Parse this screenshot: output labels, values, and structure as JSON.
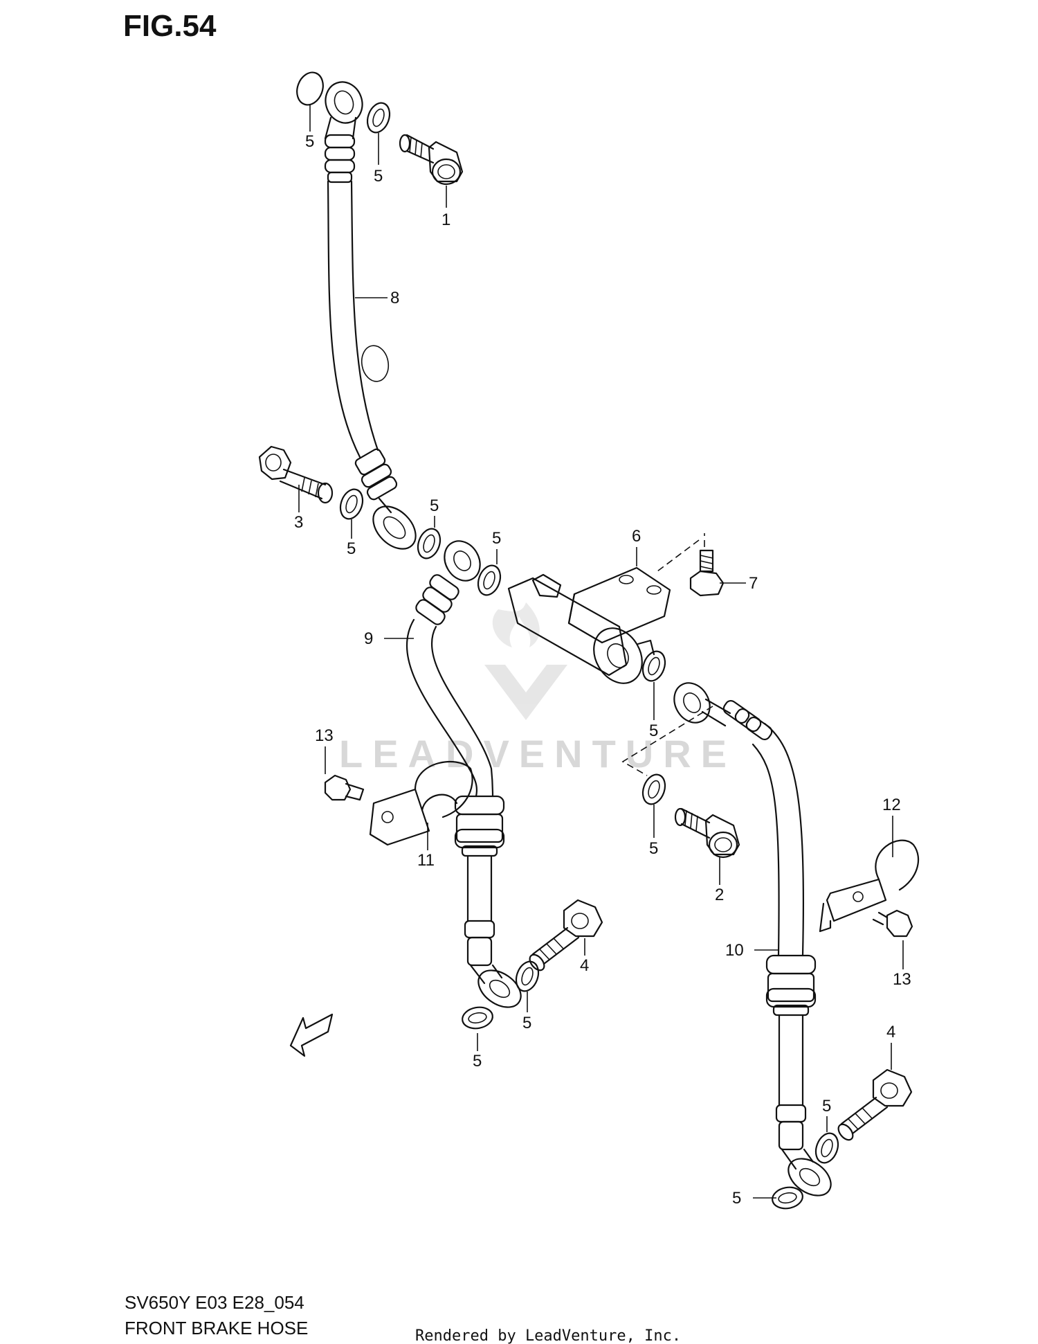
{
  "figure": {
    "title": "FIG.54",
    "model_code": "SV650Y E03 E28_054",
    "caption": "FRONT BRAKE  HOSE",
    "rendered_by": "Rendered by LeadVenture, Inc.",
    "watermark": "LEADVENTURE"
  },
  "callouts": [
    {
      "id": "c-5a",
      "text": "5"
    },
    {
      "id": "c-5b",
      "text": "5"
    },
    {
      "id": "c-1",
      "text": "1"
    },
    {
      "id": "c-8",
      "text": "8"
    },
    {
      "id": "c-3",
      "text": "3"
    },
    {
      "id": "c-5c",
      "text": "5"
    },
    {
      "id": "c-5d",
      "text": "5"
    },
    {
      "id": "c-5e",
      "text": "5"
    },
    {
      "id": "c-6",
      "text": "6"
    },
    {
      "id": "c-7",
      "text": "7"
    },
    {
      "id": "c-9",
      "text": "9"
    },
    {
      "id": "c-5f",
      "text": "5"
    },
    {
      "id": "c-13a",
      "text": "13"
    },
    {
      "id": "c-11",
      "text": "11"
    },
    {
      "id": "c-5g",
      "text": "5"
    },
    {
      "id": "c-2",
      "text": "2"
    },
    {
      "id": "c-12",
      "text": "12"
    },
    {
      "id": "c-4a",
      "text": "4"
    },
    {
      "id": "c-10",
      "text": "10"
    },
    {
      "id": "c-13b",
      "text": "13"
    },
    {
      "id": "c-5h",
      "text": "5"
    },
    {
      "id": "c-5i",
      "text": "5"
    },
    {
      "id": "c-4b",
      "text": "4"
    },
    {
      "id": "c-5j",
      "text": "5"
    },
    {
      "id": "c-5k",
      "text": "5"
    }
  ],
  "fwd_arrow": {
    "text": "FWD"
  }
}
